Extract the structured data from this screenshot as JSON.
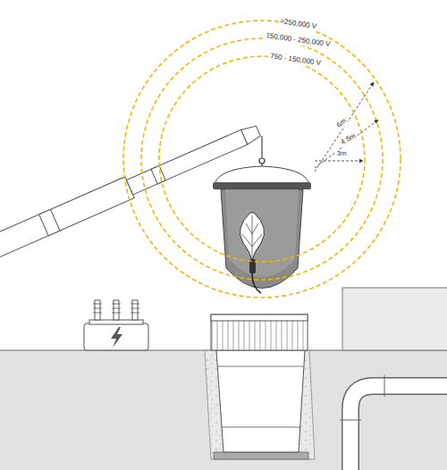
{
  "diagram": {
    "labels": [
      ">250,000 V",
      "150,000 - 250,000 V",
      "750 - 150,000 V",
      "6m",
      "4.5m",
      "3m"
    ]
  }
}
